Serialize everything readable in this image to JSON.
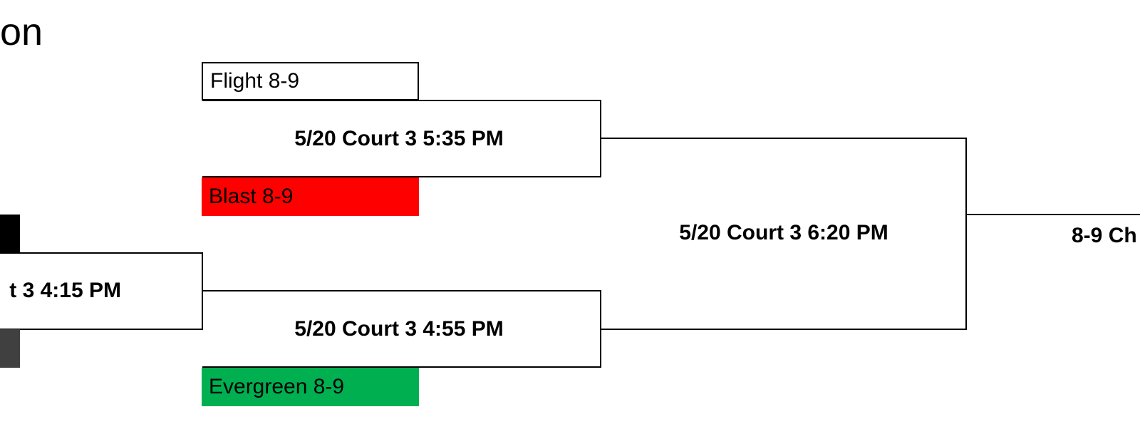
{
  "title": "on",
  "teams": {
    "flight": {
      "label": "Flight 8-9",
      "color": "#ffffff"
    },
    "blast": {
      "label": "Blast 8-9",
      "color": "#ff0000"
    },
    "evergreen": {
      "label": "Evergreen 8-9",
      "color": "#00b050"
    },
    "left_top_color": "#000000",
    "left_bottom_color": "#404040"
  },
  "games": {
    "left": "t 3 4:15 PM",
    "semi_top": "5/20 Court 3 5:35 PM",
    "semi_bottom": "5/20 Court 3 4:55 PM",
    "final": "5/20 Court 3 6:20 PM",
    "champion": "8-9 Ch"
  }
}
